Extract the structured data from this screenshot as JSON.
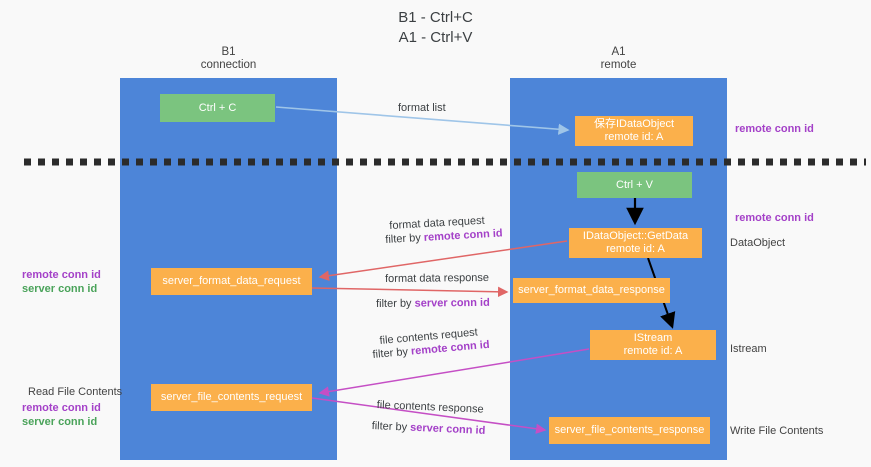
{
  "title": "B1 - Ctrl+C\nA1 - Ctrl+V",
  "lanes": [
    {
      "name": "b1",
      "title": "B1",
      "subtitle": "connection"
    },
    {
      "name": "a1",
      "title": "A1",
      "subtitle": "remote"
    }
  ],
  "boxes": {
    "ctrl_c": "Ctrl + C",
    "save_idataobject": "保存IDataObject\nremote id: A",
    "ctrl_v": "Ctrl + V",
    "getdata": "IDataObject::GetData\nremote id: A",
    "server_format_data_request": "server_format_data_request",
    "server_format_data_response": "server_format_data_response",
    "istream": "IStream\nremote id: A",
    "server_file_contents_request": "server_file_contents_request",
    "server_file_contents_response": "server_file_contents_response"
  },
  "arrow_labels": {
    "format_list": "format list",
    "format_data_request": "format data request",
    "format_data_request_filter_prefix": "filter by ",
    "format_data_request_filter_key": "remote conn id",
    "format_data_response": "format data response",
    "format_data_response_filter_prefix": "filter by ",
    "format_data_response_filter_key": "server conn id",
    "file_contents_request": "file contents request",
    "file_contents_request_filter_prefix": "filter by ",
    "file_contents_request_filter_key": "remote conn id",
    "file_contents_response": "file contents response",
    "file_contents_response_filter_prefix": "filter by ",
    "file_contents_response_filter_key": "server conn id"
  },
  "annotations": {
    "remote_conn_id_top": "remote conn id",
    "remote_conn_id_mid": "remote conn id",
    "dataobject": "DataObject",
    "istream": "Istream",
    "write_file_contents": "Write File Contents",
    "read_file_contents": "Read File Contents",
    "remote_conn_id_left_mid": "remote conn id",
    "server_conn_id_left_mid": "server conn id",
    "remote_conn_id_left_bottom": "remote conn id",
    "server_conn_id_left_bottom": "server conn id"
  },
  "colors": {
    "lane": "#4d85d8",
    "green_box": "#7bc47f",
    "orange_box": "#fbb04b",
    "purple_text": "#a441c8",
    "green_text": "#4aa35a",
    "arrow_blue": "#9fc5e8",
    "arrow_red": "#e06666",
    "arrow_magenta": "#c54fc5",
    "arrow_black": "#000000",
    "background": "#f9f9f9"
  }
}
